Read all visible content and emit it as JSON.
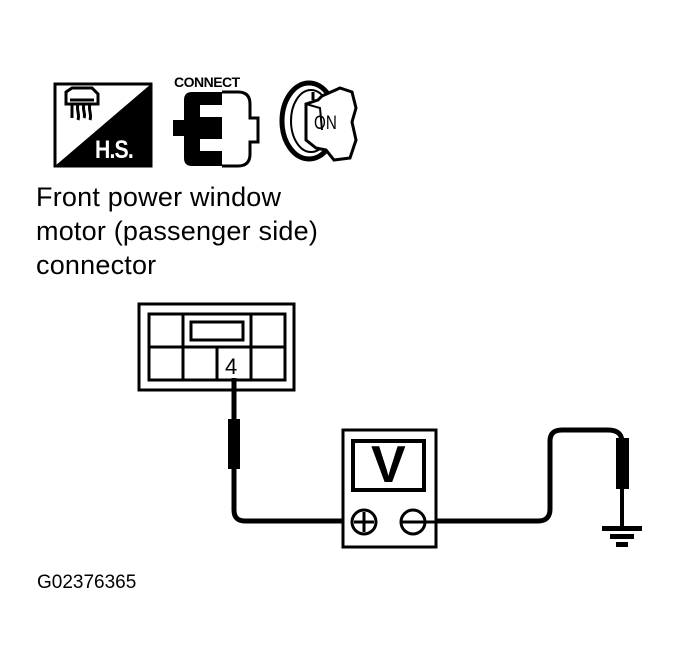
{
  "icons": {
    "harness_icon": {
      "name": "harness-sensor-icon",
      "label": "H.S."
    },
    "connect_icon": {
      "name": "connect-icon",
      "label": "CONNECT"
    },
    "ignition_icon": {
      "name": "ignition-key-icon",
      "label": "ON"
    }
  },
  "caption": {
    "lines": [
      "Front power window",
      "motor (passenger side)",
      "connector"
    ]
  },
  "connector": {
    "pin_label": "4"
  },
  "meter": {
    "label": "V",
    "positive_terminal": "+",
    "negative_terminal": "-"
  },
  "ground": {
    "name": "ground-symbol"
  },
  "figure_id": "G02376365",
  "colors": {
    "ink": "#000000",
    "background": "#ffffff"
  }
}
